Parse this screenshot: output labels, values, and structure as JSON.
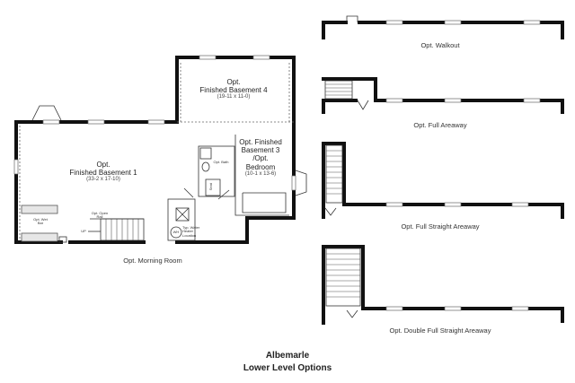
{
  "plan": {
    "rooms": [
      {
        "id": "basement4",
        "name_line1": "Opt.",
        "name_line2": "Finished Basement 4",
        "dims": "(19-11 x 11-0)"
      },
      {
        "id": "basement3",
        "name_line1": "Opt. Finished",
        "name_line2": "Basement 3",
        "name_line3": "/Opt.",
        "name_line4": "Bedroom",
        "dims": "(10-1 x 13-6)"
      },
      {
        "id": "basement1",
        "name_line1": "Opt.",
        "name_line2": "Finished Basement 1",
        "dims": "(33-2 x 17-10)"
      }
    ],
    "small_labels": {
      "opt_bath": "Opt. Bath",
      "seat": "Seat",
      "wet_bar": "Opt. Wet Bar",
      "open_rail": "Opt. Open Rail",
      "up": "UP",
      "wh": "WH",
      "water_heater": "Typ. Water Heater Location"
    },
    "morning_room": "Opt. Morning Room"
  },
  "options": [
    {
      "id": "walkout",
      "label": "Opt. Walkout"
    },
    {
      "id": "full_areaway",
      "label": "Opt. Full Areaway"
    },
    {
      "id": "full_straight_areaway",
      "label": "Opt. Full Straight Areaway"
    },
    {
      "id": "double_full_straight_areaway",
      "label": "Opt. Double Full Straight Areaway"
    }
  ],
  "title": {
    "line1": "Albemarle",
    "line2": "Lower Level Options"
  }
}
